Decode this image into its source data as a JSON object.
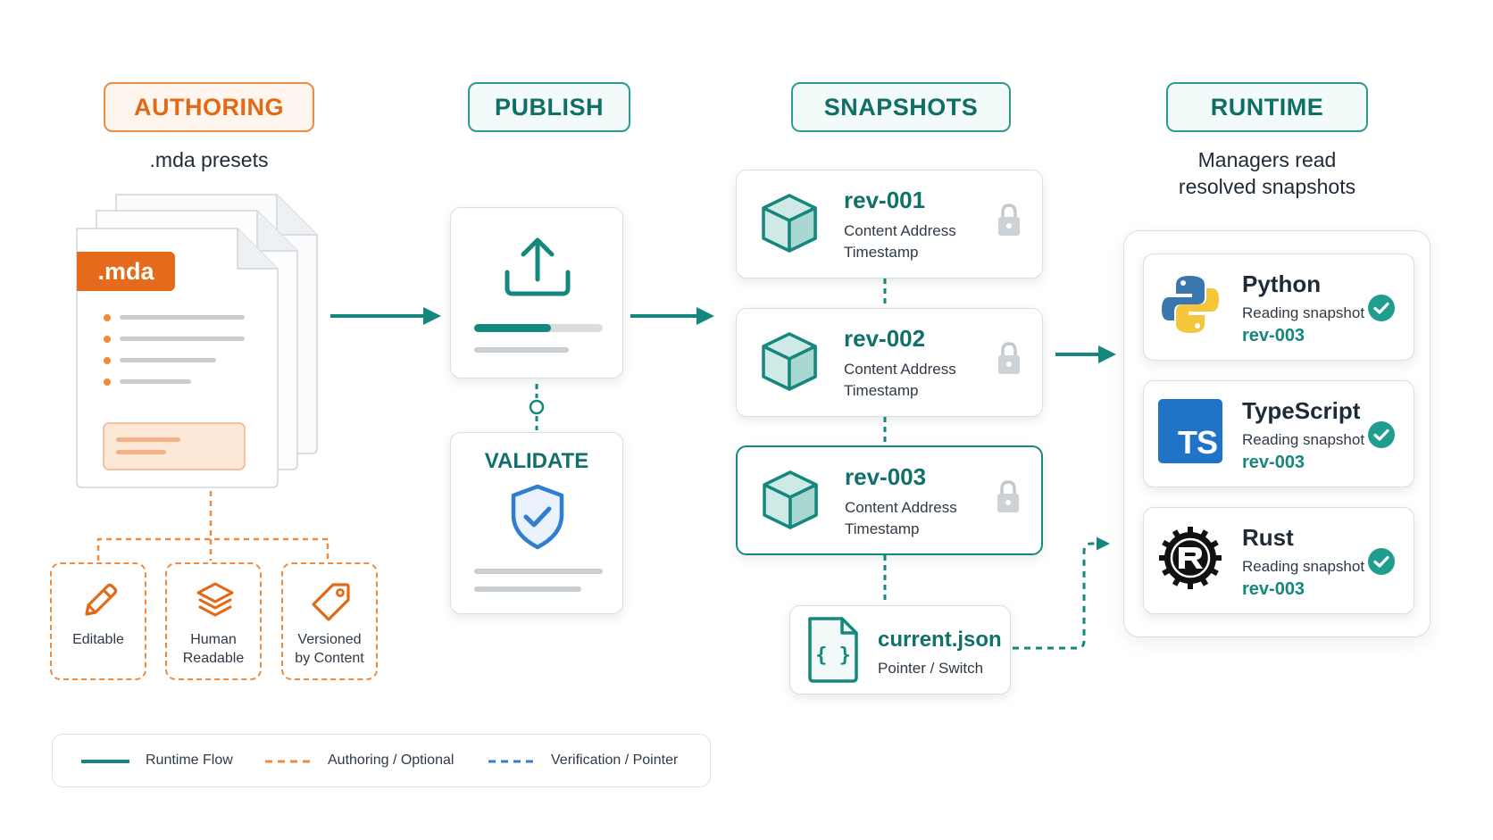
{
  "stages": {
    "authoring": "AUTHORING",
    "publish": "PUBLISH",
    "snapshots": "SNAPSHOTS",
    "runtime": "RUNTIME"
  },
  "authoring": {
    "subtitle": ".mda presets",
    "file_tag": ".mda",
    "features": [
      {
        "label_line1": "Editable",
        "label_line2": "",
        "icon": "pencil-icon"
      },
      {
        "label_line1": "Human",
        "label_line2": "Readable",
        "icon": "layers-icon"
      },
      {
        "label_line1": "Versioned",
        "label_line2": "by Content",
        "icon": "tag-icon"
      }
    ]
  },
  "validate": {
    "title": "VALIDATE",
    "progress": 0.6
  },
  "snapshots": {
    "revisions": [
      {
        "id": "rev-001",
        "line1": "Content Address",
        "line2": "Timestamp",
        "active": false
      },
      {
        "id": "rev-002",
        "line1": "Content Address",
        "line2": "Timestamp",
        "active": false
      },
      {
        "id": "rev-003",
        "line1": "Content Address",
        "line2": "Timestamp",
        "active": true
      }
    ],
    "pointer": {
      "file": "current.json",
      "caption": "Pointer / Switch"
    }
  },
  "runtime": {
    "subtitle_line1": "Managers read",
    "subtitle_line2": "resolved snapshots",
    "managers": [
      {
        "name": "Python",
        "status": "Reading snapshot",
        "rev": "rev-003",
        "icon": "python-logo-icon"
      },
      {
        "name": "TypeScript",
        "status": "Reading snapshot",
        "rev": "rev-003",
        "icon": "typescript-logo-icon",
        "badge": "TS"
      },
      {
        "name": "Rust",
        "status": "Reading snapshot",
        "rev": "rev-003",
        "icon": "rust-logo-icon"
      }
    ]
  },
  "legend": {
    "runtime_flow": "Runtime Flow",
    "authoring_optional": "Authoring / Optional",
    "verification_pointer": "Verification / Pointer"
  },
  "colors": {
    "teal": "#16877d",
    "orange": "#f08a3c",
    "blue": "#2f7fd1",
    "gray": "#d9dee3"
  }
}
